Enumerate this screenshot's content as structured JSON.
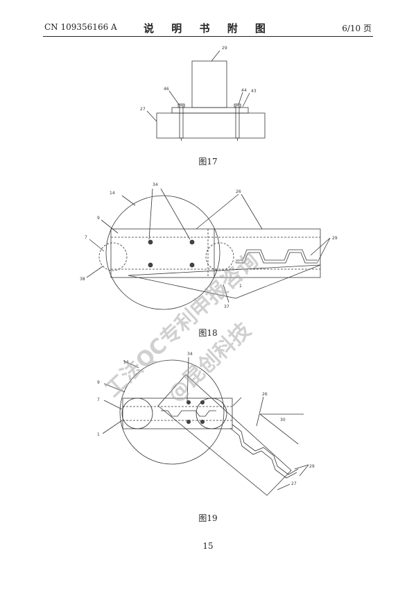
{
  "header": {
    "pub_number": "CN 109356166 A",
    "section_title": "说  明  书  附  图",
    "page_info": "6/10 页"
  },
  "figures": [
    {
      "caption": "图17",
      "labels": [
        "29",
        "46",
        "44",
        "43",
        "27"
      ]
    },
    {
      "caption": "图18",
      "labels": [
        "14",
        "34",
        "26",
        "9",
        "29",
        "7",
        "38",
        "1",
        "37"
      ]
    },
    {
      "caption": "图19",
      "labels": [
        "14",
        "34",
        "9",
        "7",
        "1",
        "26",
        "30",
        "29",
        "27"
      ]
    }
  ],
  "watermark": {
    "line1": "工法QC专利申报咨询",
    "line2": "@昆创科技"
  },
  "footer": {
    "page_number": "15"
  }
}
